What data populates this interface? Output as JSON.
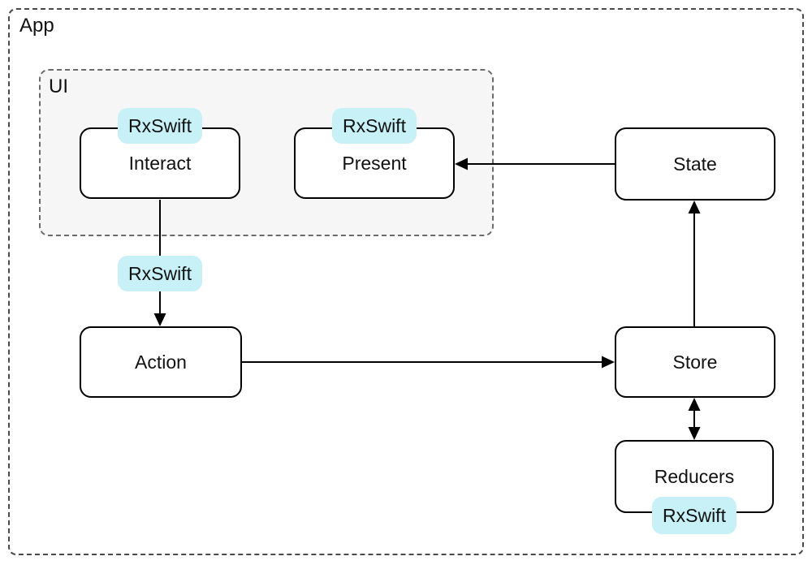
{
  "diagram": {
    "app_label": "App",
    "ui_label": "UI",
    "rxswift_label": "RxSwift",
    "nodes": {
      "interact": "Interact",
      "present": "Present",
      "state": "State",
      "action": "Action",
      "store": "Store",
      "reducers": "Reducers"
    },
    "colors": {
      "badge_bg": "#c7f1f6",
      "ui_panel_bg": "#f6f6f6",
      "node_border": "#000000",
      "dashed_border": "#4a4a4a"
    }
  }
}
